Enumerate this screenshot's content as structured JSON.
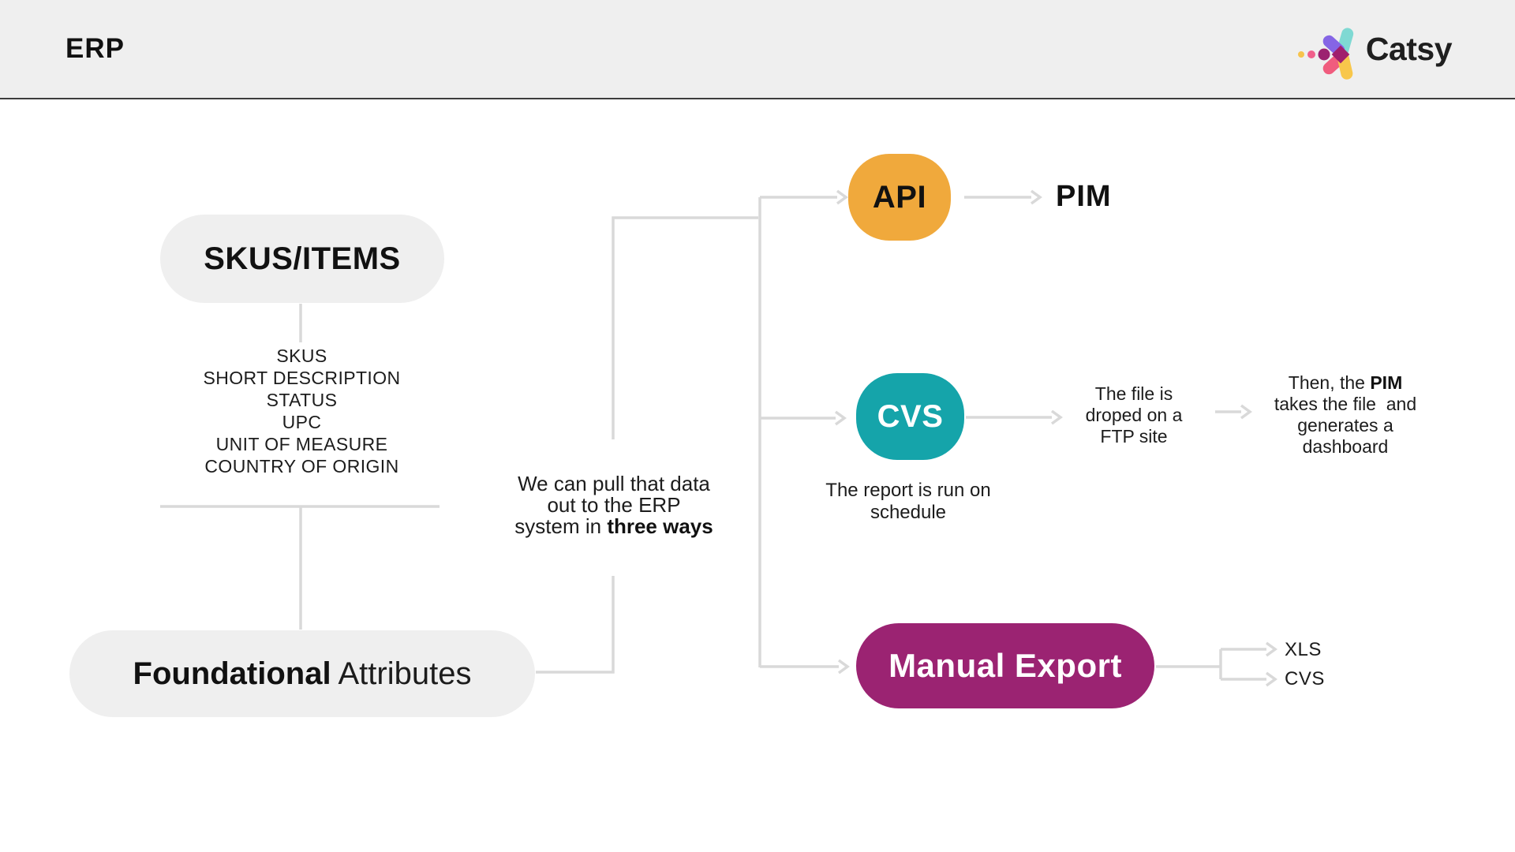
{
  "header": {
    "title": "ERP",
    "brand": "Catsy"
  },
  "source": {
    "pill": "SKUS/ITEMS",
    "attributes": [
      "SKUS",
      "SHORT DESCRIPTION",
      "STATUS",
      "UPC",
      "UNIT OF MEASURE",
      "COUNTRY OF ORIGIN"
    ],
    "foundational_bold": "Foundational",
    "foundational_regular": " Attributes"
  },
  "pull_note": {
    "line1": "We can pull that data",
    "line2": "out to the ERP",
    "line3_prefix": "system in ",
    "line3_bold": "three ways"
  },
  "branches": {
    "api": {
      "badge": "API",
      "badge_color": "#F0A93C",
      "target": "PIM"
    },
    "csv": {
      "badge": "CVS",
      "badge_color": "#15A4AA",
      "file_note_line1": "The file is",
      "file_note_line2": "droped on a",
      "file_note_line3": "FTP site",
      "then_note_line1_prefix": "Then, the ",
      "then_note_line1_bold": "PIM",
      "then_note_line2": "takes the file  and",
      "then_note_line3": "generates a",
      "then_note_line4": "dashboard",
      "schedule_line1": "The report is run on",
      "schedule_line2": "schedule"
    },
    "manual": {
      "badge": "Manual Export",
      "badge_color": "#9B2372",
      "output_1": "XLS",
      "output_2": "CVS"
    }
  },
  "colors": {
    "header_bg": "#EFEFEF",
    "pill_bg": "#EFEFEF",
    "connector_gray": "#D9D9D9",
    "text": "#1C1C1C"
  }
}
